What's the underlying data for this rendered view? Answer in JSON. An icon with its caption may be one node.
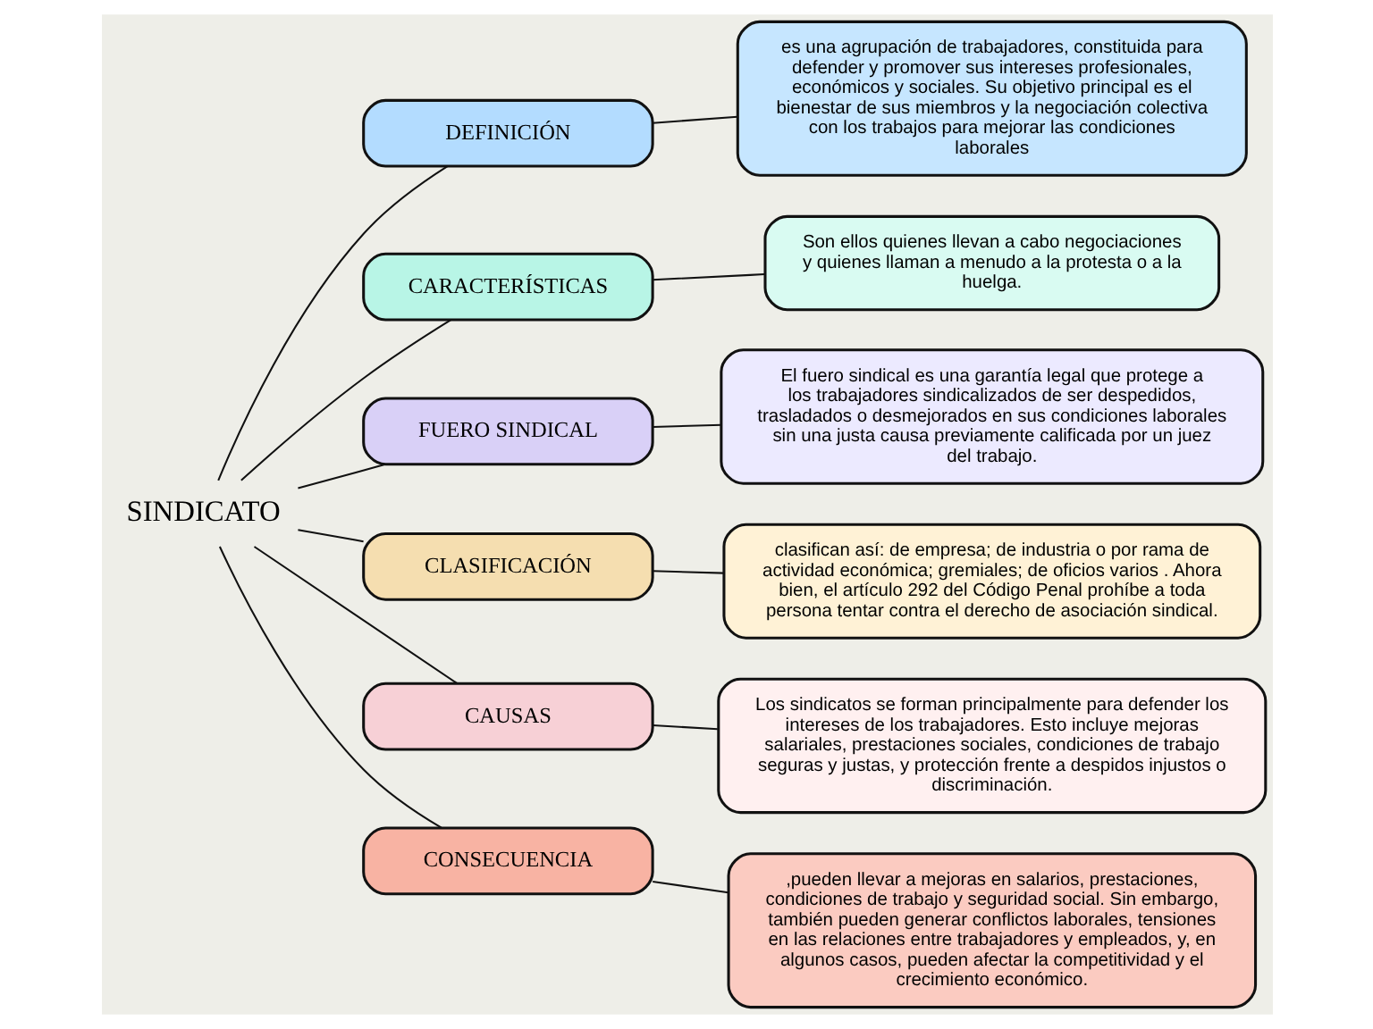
{
  "diagram": {
    "nodes": [
      {
        "text": [
          "SINDICATO"
        ]
      },
      {
        "text": [
          "DEFINICIÓN"
        ]
      },
      {
        "text": [
          "CARACTERÍSTICAS"
        ]
      },
      {
        "text": [
          "FUERO SINDICAL"
        ]
      },
      {
        "text": [
          "CLASIFICACIÓN"
        ]
      },
      {
        "text": [
          "CAUSAS"
        ]
      },
      {
        "text": [
          "CONSECUENCIA"
        ]
      },
      {
        "text": [
          "es una agrupación de trabajadores, constituida para defender y promover sus intereses profesionales, económicos y sociales. Su objetivo principal es el bienestar de sus miembros y la negociación colectiva con los trabajos para mejorar las condiciones laborales"
        ]
      },
      {
        "text": [
          "Son ellos quienes llevan a cabo negociaciones y quienes llaman a menudo a la protesta o a la huelga."
        ]
      },
      {
        "text": [
          "El fuero sindical es una garantía legal que protege a los trabajadores sindicalizados de ser despedidos, trasladados o desmejorados en sus condiciones laborales sin una justa causa previamente calificada por un juez del trabajo."
        ]
      },
      {
        "text": [
          "clasifican así: de empresa; de industria o por rama de actividad económica; gremiales; de oficios varios . Ahora bien, el artículo 292 del Código Penal prohíbe a toda persona tentar contra el derecho de asociación sindical."
        ]
      },
      {
        "text": [
          "Los sindicatos se forman principalmente para defender los intereses de los trabajadores. Esto incluye mejoras salariales, prestaciones sociales, condiciones de trabajo seguras y justas, y protección frente a despidos injustos o discriminación."
        ]
      },
      {
        "text": [
          ",pueden llevar a mejoras en salarios, prestaciones, condiciones de trabajo y seguridad social. Sin embargo, también pueden generar conflictos laborales, tensiones en las relaciones entre trabajadores y empleados, y, en algunos casos, pueden afectar la competitividad y el crecimiento económico."
        ]
      }
    ],
    "edges": [
      {
        "from": 0,
        "to": 1,
        "arrow": "none"
      },
      {
        "from": 0,
        "to": 2,
        "arrow": "none"
      },
      {
        "from": 0,
        "to": 3,
        "arrow": "none"
      },
      {
        "from": 0,
        "to": 4,
        "arrow": "none"
      },
      {
        "from": 0,
        "to": 5,
        "arrow": "none"
      },
      {
        "from": 0,
        "to": 6,
        "arrow": "none"
      },
      {
        "from": 1,
        "to": 7,
        "arrow": "none"
      },
      {
        "from": 2,
        "to": 8,
        "arrow": "none"
      },
      {
        "from": 3,
        "to": 9,
        "arrow": "none"
      },
      {
        "from": 4,
        "to": 10,
        "arrow": "none"
      },
      {
        "from": 5,
        "to": 11,
        "arrow": "none"
      },
      {
        "from": 6,
        "to": 12,
        "arrow": "none"
      }
    ]
  }
}
